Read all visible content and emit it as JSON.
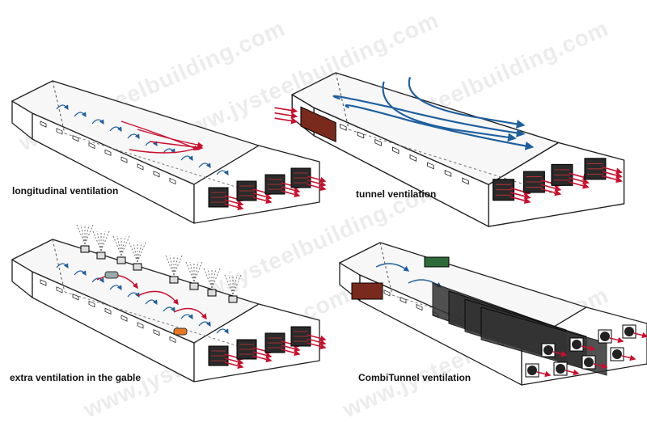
{
  "watermark": "www.jysteelbuilding.com",
  "panels": [
    {
      "label": "longitudinal ventilation"
    },
    {
      "label": "tunnel ventilation"
    },
    {
      "label": "extra ventilation in the gable"
    },
    {
      "label": "CombiTunnel ventilation"
    }
  ],
  "colors": {
    "airflow_red": "#c8102e",
    "airflow_blue": "#1f5f9e",
    "fan": "#2a2a2a",
    "outline": "#222222"
  }
}
